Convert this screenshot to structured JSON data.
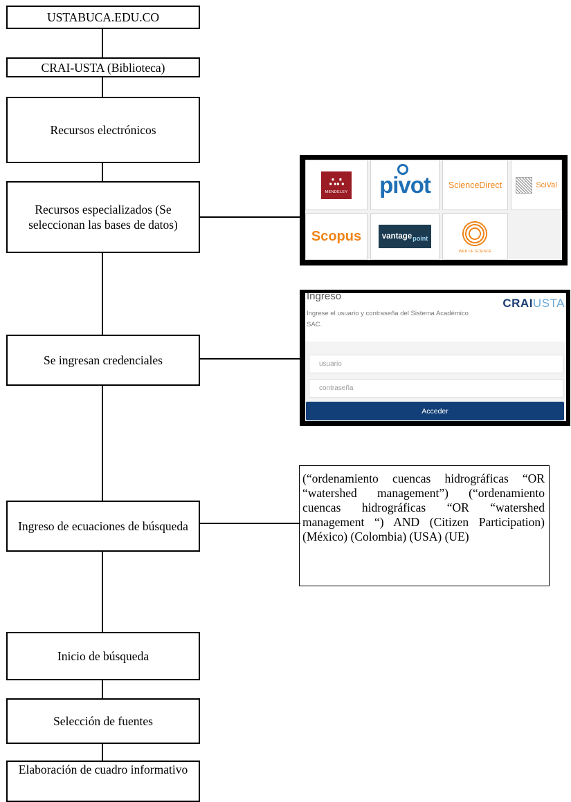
{
  "flow_steps": [
    "USTABUCA.EDU.CO",
    "CRAI-USTA (Biblioteca)",
    "Recursos electrónicos",
    "Recursos especializados (Se seleccionan las bases de datos)",
    "Se ingresan credenciales",
    "Ingreso de ecuaciones de búsqueda",
    "Inicio de búsqueda",
    "Selección de fuentes",
    "Elaboración de cuadro informativo"
  ],
  "databases": {
    "tiles": [
      {
        "name": "MENDELEY",
        "glyph": "∴∴"
      },
      {
        "name": "pivot"
      },
      {
        "name": "ScienceDirect"
      },
      {
        "name": "SciVal"
      },
      {
        "name": "Scopus"
      },
      {
        "name": "vantage",
        "name_suffix": "point"
      },
      {
        "name": "WEB OF SCIENCE"
      }
    ]
  },
  "login": {
    "title": "Ingreso",
    "instructions": "Ingrese el usuario y contraseña del Sistema Académico SAC.",
    "logo_main": "CRAI",
    "logo_accent": "USTA",
    "username_placeholder": "usuario",
    "password_placeholder": "contraseña",
    "submit_label": "Acceder"
  },
  "search_query": "(“ordenamiento cuencas hidrográficas “OR “watershed management”) (“ordenamiento cuencas hidrográficas “OR “watershed management “) AND (Citizen Participation) (México) (Colombia) (USA) (UE)",
  "colors": {
    "login_button": "#123f78",
    "brand_orange": "#f08419",
    "pivot_blue": "#1f6fb4",
    "mendeley_red": "#9b1c24"
  }
}
